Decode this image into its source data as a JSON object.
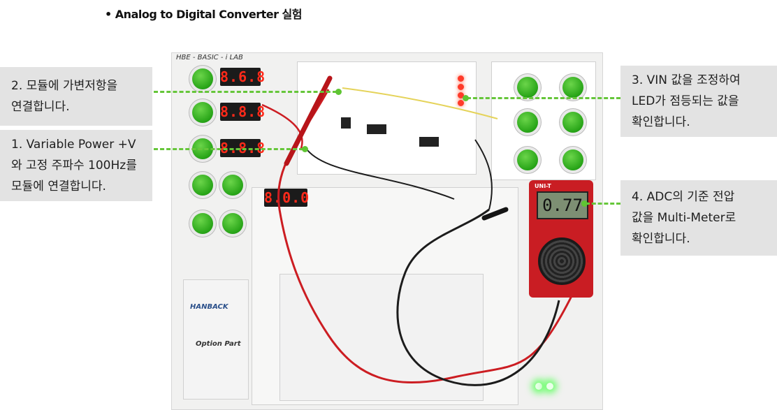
{
  "heading": "• Analog to Digital Converter 실험",
  "callouts": {
    "c2": [
      "2. 모듈에 가변저항을",
      "연결합니다."
    ],
    "c1": [
      "1. Variable Power +V",
      "와 고정 주파수 100Hz를",
      "모듈에 연결합니다."
    ],
    "c3": [
      "3. VIN 값을 조정하여",
      "LED가 점등되는 값을",
      "확인합니다."
    ],
    "c4": [
      "4. ADC의 기준 전압",
      "값을 Multi-Meter로",
      "확인합니다."
    ]
  },
  "board": {
    "title": "HBE - BASIC - i LAB",
    "logo": "HANBACK",
    "option_part": "Option Part",
    "display_top": "8.6.8",
    "display_mid": "8.8.8",
    "display_low": "8.8.8",
    "display_center": "8.0.0"
  },
  "multimeter": {
    "brand": "UNI-T",
    "reading": "0.77"
  },
  "colors": {
    "accent_green": "#66c63a",
    "callout_bg": "#e3e3e3",
    "meter_red": "#c91d23"
  }
}
